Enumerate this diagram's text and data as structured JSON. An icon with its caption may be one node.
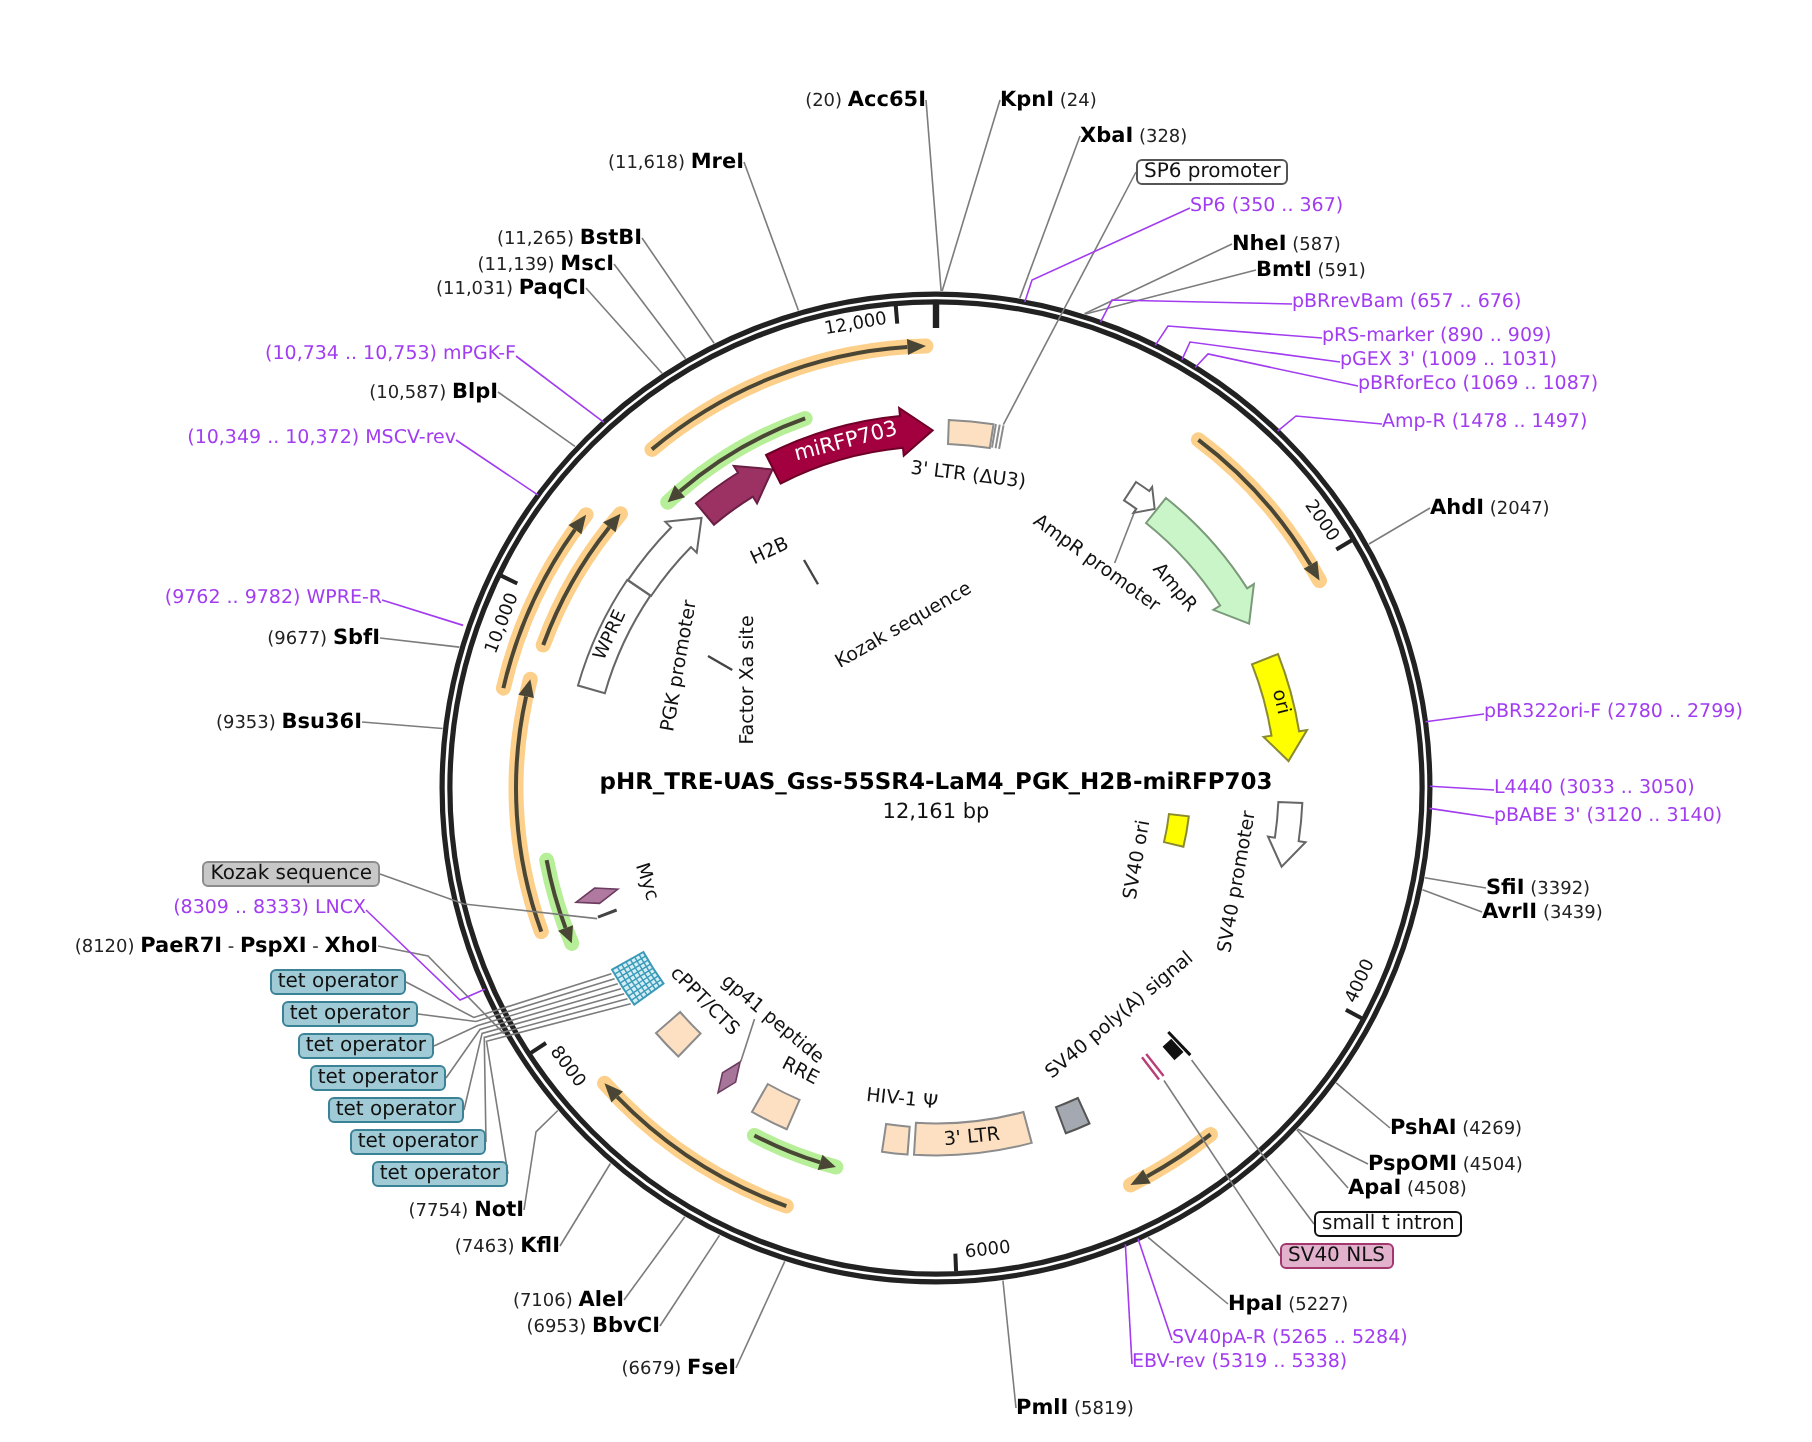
{
  "diagram": {
    "title": "pHR_TRE-UAS_Gss-55SR4-LaM4_PGK_H2B-miRFP703",
    "nodes": [
      {
        "text": [
          "(20) **Acc65I**"
        ]
      },
      {
        "text": [
          "**KpnI** (24)"
        ]
      },
      {
        "text": [
          "**XbaI** (328)"
        ]
      },
      {
        "text": [
          "SP6 promoter"
        ]
      },
      {
        "text": [
          "SP6 (350 .. 367)"
        ]
      },
      {
        "text": [
          "**NheI** (587)"
        ]
      },
      {
        "text": [
          "**BmtI** (591)"
        ]
      },
      {
        "text": [
          "pBRrevBam (657 .. 676)"
        ]
      },
      {
        "text": [
          "pRS-marker (890 .. 909)"
        ]
      },
      {
        "text": [
          "pGEX 3' (1009 .. 1031)"
        ]
      },
      {
        "text": [
          "pBRforEco (1069 .. 1087)"
        ]
      },
      {
        "text": [
          "Amp-R (1478 .. 1497)"
        ]
      },
      {
        "text": [
          "**AhdI** (2047)"
        ]
      },
      {
        "text": [
          "pBR322ori-F (2780 .. 2799)"
        ]
      },
      {
        "text": [
          "L4440 (3033 .. 3050)"
        ]
      },
      {
        "text": [
          "pBABE 3' (3120 .. 3140)"
        ]
      },
      {
        "text": [
          "**SfiI** (3392)"
        ]
      },
      {
        "text": [
          "**AvrII** (3439)"
        ]
      },
      {
        "text": [
          "**PshAI** (4269)"
        ]
      },
      {
        "text": [
          "**PspOMI** (4504)"
        ]
      },
      {
        "text": [
          "**ApaI** (4508)"
        ]
      },
      {
        "text": [
          "small t intron"
        ]
      },
      {
        "text": [
          "SV40 NLS"
        ]
      },
      {
        "text": [
          "**HpaI** (5227)"
        ]
      },
      {
        "text": [
          "SV40pA-R (5265 .. 5284)"
        ]
      },
      {
        "text": [
          "EBV-rev (5319 .. 5338)"
        ]
      },
      {
        "text": [
          "**PmlI** (5819)"
        ]
      },
      {
        "text": [
          "(6679) **FseI**"
        ]
      },
      {
        "text": [
          "(6953) **BbvCI**"
        ]
      },
      {
        "text": [
          "(7106) **AleI**"
        ]
      },
      {
        "text": [
          "(7463) **KflI**"
        ]
      },
      {
        "text": [
          "(7754) **NotI**"
        ]
      },
      {
        "text": [
          "tet operator"
        ]
      },
      {
        "text": [
          "tet operator"
        ]
      },
      {
        "text": [
          "tet operator"
        ]
      },
      {
        "text": [
          "tet operator"
        ]
      },
      {
        "text": [
          "tet operator"
        ]
      },
      {
        "text": [
          "tet operator"
        ]
      },
      {
        "text": [
          "tet operator"
        ]
      },
      {
        "text": [
          "(8120) **PaeR7I** - **PspXI** - **XhoI**"
        ]
      },
      {
        "text": [
          "(8309 .. 8333) LNCX"
        ]
      },
      {
        "text": [
          "Kozak sequence"
        ]
      },
      {
        "text": [
          "(9353) **Bsu36I**"
        ]
      },
      {
        "text": [
          "(9677) **SbfI**"
        ]
      },
      {
        "text": [
          "(9762 .. 9782) WPRE-R"
        ]
      },
      {
        "text": [
          "(10,349 .. 10,372) MSCV-rev"
        ]
      },
      {
        "text": [
          "(10,587) **BlpI**"
        ]
      },
      {
        "text": [
          "(10,734 .. 10,753) mPGK-F"
        ]
      },
      {
        "text": [
          "(11,031) **PaqCI**"
        ]
      },
      {
        "text": [
          "(11,139) **MscI**"
        ]
      },
      {
        "text": [
          "(11,265) **BstBI**"
        ]
      },
      {
        "text": [
          "(11,618) **MreI**"
        ]
      },
      {
        "text": [
          "3' LTR (ΔU3)"
        ]
      },
      {
        "text": [],
        "shape": "bar"
      },
      {
        "text": [
          "AmpR promoter"
        ]
      },
      {
        "text": [],
        "shape": "arrow"
      },
      {
        "text": [
          "AmpR"
        ]
      },
      {
        "text": [
          "ori"
        ]
      },
      {
        "text": [
          "SV40 ori"
        ]
      },
      {
        "text": [
          "SV40 promoter"
        ]
      },
      {
        "text": [],
        "shape": "box"
      },
      {
        "text": [],
        "shape": "bar"
      },
      {
        "text": [
          "SV40 poly(A) signal"
        ]
      },
      {
        "text": [
          "3' LTR"
        ]
      },
      {
        "text": [
          "HIV-1 Ψ"
        ]
      },
      {
        "text": [
          "RRE"
        ]
      },
      {
        "text": [
          "gp41 peptide"
        ]
      },
      {
        "text": [],
        "shape": "diamond"
      },
      {
        "text": [
          "cPPT/CTS"
        ]
      },
      {
        "text": [],
        "shape": "box"
      },
      {
        "text": [],
        "shape": "bar"
      },
      {
        "text": [
          "Myc"
        ]
      },
      {
        "text": [
          "WPRE"
        ]
      },
      {
        "text": [
          "Factor Xa site"
        ]
      },
      {
        "text": [
          "PGK promoter"
        ]
      },
      {
        "text": [
          "H2B"
        ]
      },
      {
        "text": [
          "Kozak sequence"
        ]
      },
      {
        "text": [
          "miRFP703"
        ]
      }
    ],
    "edges": [
      {
        "from": 0,
        "to": null,
        "arrow": "none"
      },
      {
        "from": 1,
        "to": null,
        "arrow": "none"
      },
      {
        "from": 2,
        "to": null,
        "arrow": "none"
      },
      {
        "from": 3,
        "to": 53,
        "arrow": "none"
      },
      {
        "from": 4,
        "to": null,
        "arrow": "none",
        "color": "#a23cf0"
      },
      {
        "from": 5,
        "to": null,
        "arrow": "none"
      },
      {
        "from": 6,
        "to": null,
        "arrow": "none"
      },
      {
        "from": 7,
        "to": null,
        "arrow": "none",
        "color": "#a23cf0"
      },
      {
        "from": 8,
        "to": null,
        "arrow": "none",
        "color": "#a23cf0"
      },
      {
        "from": 9,
        "to": null,
        "arrow": "none",
        "color": "#a23cf0"
      },
      {
        "from": 10,
        "to": null,
        "arrow": "none",
        "color": "#a23cf0"
      },
      {
        "from": 11,
        "to": null,
        "arrow": "none",
        "color": "#a23cf0"
      },
      {
        "from": 12,
        "to": null,
        "arrow": "none"
      },
      {
        "from": 13,
        "to": null,
        "arrow": "none",
        "color": "#a23cf0"
      },
      {
        "from": 14,
        "to": null,
        "arrow": "none",
        "color": "#a23cf0"
      },
      {
        "from": 15,
        "to": null,
        "arrow": "none",
        "color": "#a23cf0"
      },
      {
        "from": 16,
        "to": null,
        "arrow": "none"
      },
      {
        "from": 17,
        "to": null,
        "arrow": "none"
      },
      {
        "from": 18,
        "to": null,
        "arrow": "none"
      },
      {
        "from": 19,
        "to": null,
        "arrow": "none"
      },
      {
        "from": 20,
        "to": null,
        "arrow": "none"
      },
      {
        "from": 21,
        "to": 60,
        "arrow": "none"
      },
      {
        "from": 22,
        "to": 61,
        "arrow": "none"
      },
      {
        "from": 23,
        "to": null,
        "arrow": "none"
      },
      {
        "from": 24,
        "to": null,
        "arrow": "none",
        "color": "#a23cf0"
      },
      {
        "from": 25,
        "to": null,
        "arrow": "none",
        "color": "#a23cf0"
      },
      {
        "from": 26,
        "to": null,
        "arrow": "none"
      },
      {
        "from": 27,
        "to": null,
        "arrow": "none"
      },
      {
        "from": 28,
        "to": null,
        "arrow": "none"
      },
      {
        "from": 29,
        "to": null,
        "arrow": "none"
      },
      {
        "from": 30,
        "to": null,
        "arrow": "none"
      },
      {
        "from": 31,
        "to": null,
        "arrow": "none"
      },
      {
        "from": 32,
        "to": 69,
        "arrow": "none"
      },
      {
        "from": 33,
        "to": 69,
        "arrow": "none"
      },
      {
        "from": 34,
        "to": 69,
        "arrow": "none"
      },
      {
        "from": 35,
        "to": 69,
        "arrow": "none"
      },
      {
        "from": 36,
        "to": 69,
        "arrow": "none"
      },
      {
        "from": 37,
        "to": 69,
        "arrow": "none"
      },
      {
        "from": 38,
        "to": 69,
        "arrow": "none"
      },
      {
        "from": 39,
        "to": null,
        "arrow": "none"
      },
      {
        "from": 40,
        "to": null,
        "arrow": "none",
        "color": "#a23cf0"
      },
      {
        "from": 41,
        "to": 70,
        "arrow": "none"
      },
      {
        "from": 42,
        "to": null,
        "arrow": "none"
      },
      {
        "from": 43,
        "to": null,
        "arrow": "none"
      },
      {
        "from": 44,
        "to": null,
        "arrow": "none",
        "color": "#a23cf0"
      },
      {
        "from": 45,
        "to": null,
        "arrow": "none",
        "color": "#a23cf0"
      },
      {
        "from": 46,
        "to": null,
        "arrow": "none"
      },
      {
        "from": 47,
        "to": null,
        "arrow": "none",
        "color": "#a23cf0"
      },
      {
        "from": 48,
        "to": null,
        "arrow": "none"
      },
      {
        "from": 49,
        "to": null,
        "arrow": "none"
      },
      {
        "from": 50,
        "to": null,
        "arrow": "none"
      },
      {
        "from": 51,
        "to": null,
        "arrow": "none"
      },
      {
        "from": 54,
        "to": 55,
        "arrow": "none"
      },
      {
        "from": 66,
        "to": 67,
        "arrow": "none"
      }
    ],
    "labels": [
      "12,161 bp",
      "12,000",
      "2000",
      "4000",
      "6000",
      "8000",
      "10,000"
    ]
  }
}
